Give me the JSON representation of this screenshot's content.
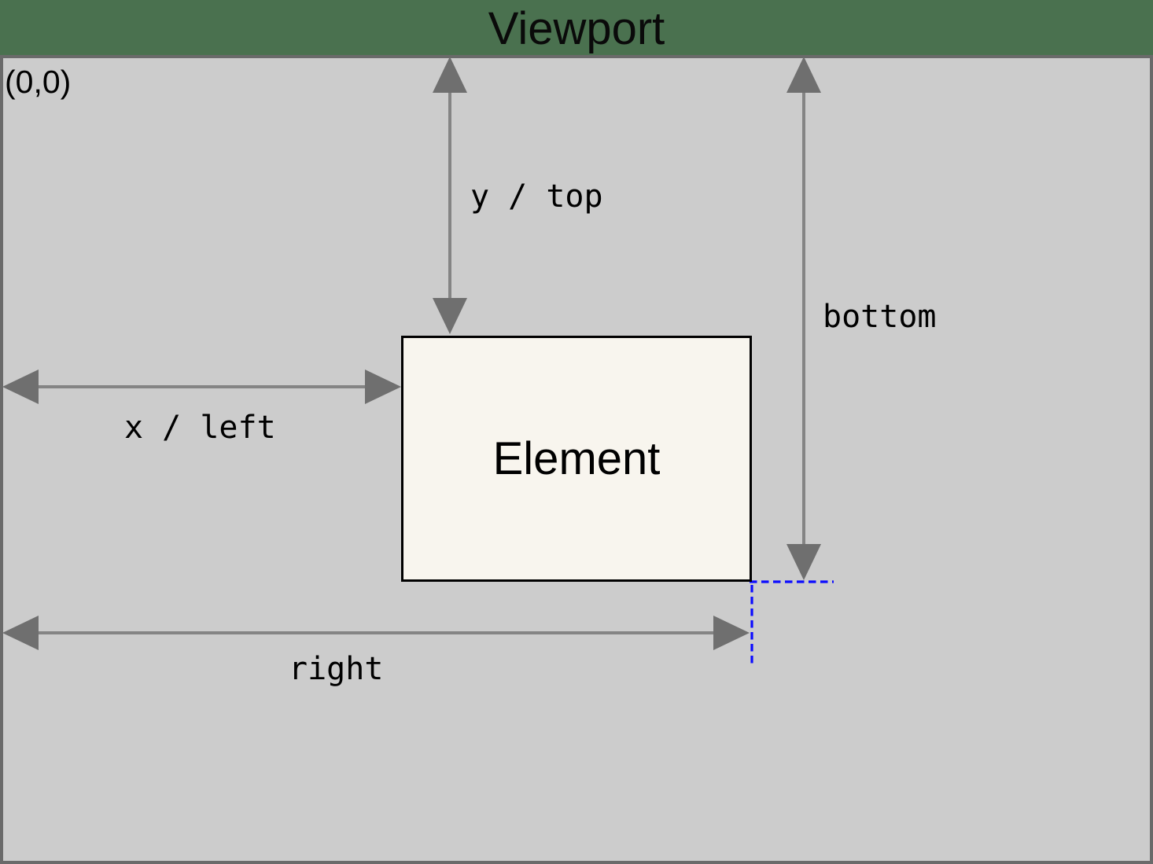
{
  "title": "Viewport",
  "viewport": {
    "origin_label": "(0,0)"
  },
  "element": {
    "label": "Element"
  },
  "labels": {
    "y_top": "y / top",
    "x_left": "x / left",
    "bottom": "bottom",
    "right": "right"
  },
  "colors": {
    "page_background": "#4a714f",
    "viewport_fill": "#cccccc",
    "viewport_border": "#6a6a6a",
    "element_fill": "#f8f5ee",
    "element_border": "#000000",
    "arrow_shaft": "#848484",
    "arrow_head": "#6f6f6f",
    "guide_blue": "#0b0bff",
    "text": "#000000"
  }
}
